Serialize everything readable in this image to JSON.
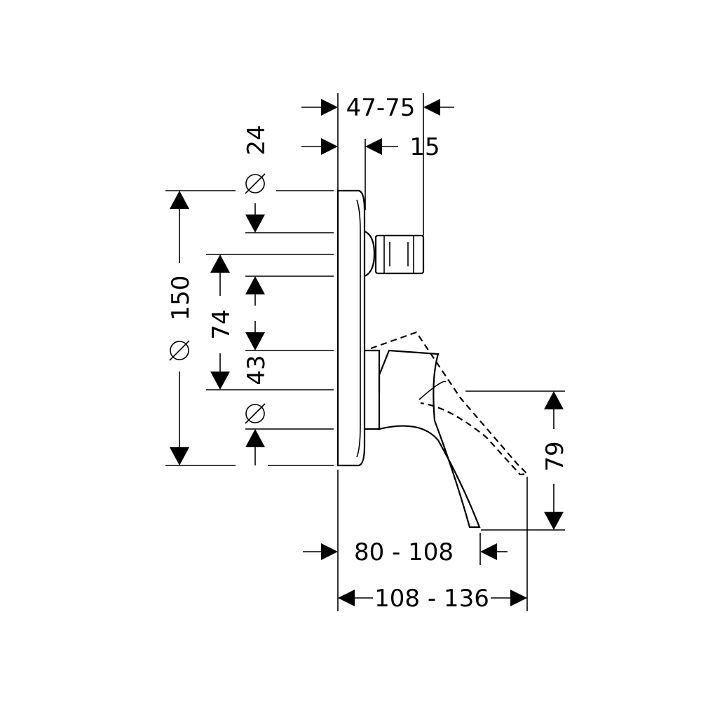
{
  "colors": {
    "line": "#000000",
    "background": "#ffffff"
  },
  "dimensions": {
    "top_overall": "47-75",
    "top_inner": "15",
    "dia_upper": "24",
    "dia_plate": "150",
    "height_74": "74",
    "dia_lower": "43",
    "spout_height": "79",
    "spout_projection_short": "80 - 108",
    "spout_projection_long": "108 - 136"
  },
  "symbols": {
    "diameter": "⌀"
  }
}
